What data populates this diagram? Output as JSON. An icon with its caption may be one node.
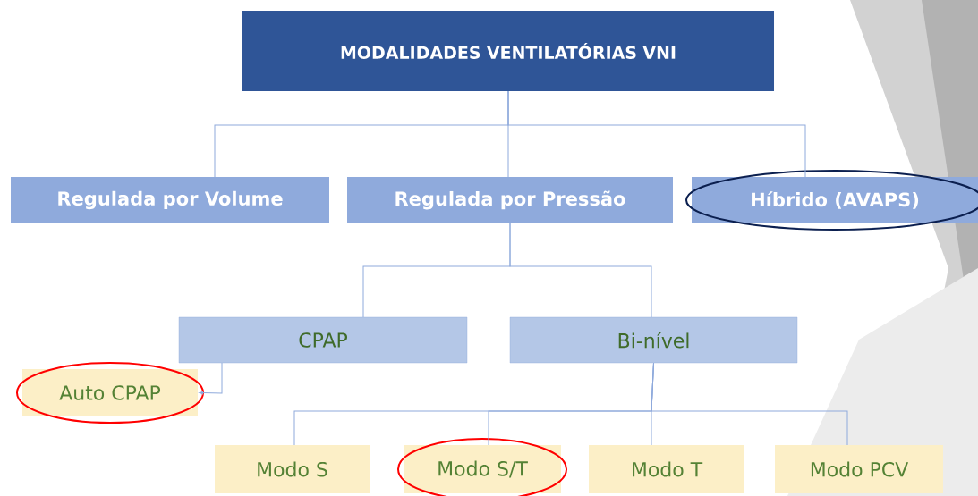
{
  "diagram": {
    "nodes": [
      {
        "text": [
          "MODALIDADES VENTILATÓRIAS VNI"
        ]
      },
      {
        "text": [
          "Regulada por Volume"
        ]
      },
      {
        "text": [
          "Regulada por Pressão"
        ]
      },
      {
        "text": [
          "Híbrido (AVAPS)"
        ]
      },
      {
        "text": [
          "CPAP"
        ]
      },
      {
        "text": [
          "Bi-nível"
        ]
      },
      {
        "text": [
          "Auto CPAP"
        ]
      },
      {
        "text": [
          "Modo S"
        ]
      },
      {
        "text": [
          "Modo S/T"
        ]
      },
      {
        "text": [
          "Modo T"
        ]
      },
      {
        "text": [
          "Modo PCV"
        ]
      }
    ],
    "edges": [
      {
        "from": 0,
        "to": 1,
        "arrow": "none"
      },
      {
        "from": 0,
        "to": 2,
        "arrow": "none"
      },
      {
        "from": 0,
        "to": 3,
        "arrow": "none"
      },
      {
        "from": 2,
        "to": 4,
        "arrow": "none"
      },
      {
        "from": 2,
        "to": 5,
        "arrow": "none"
      },
      {
        "from": 4,
        "to": 6,
        "arrow": "to"
      },
      {
        "from": 5,
        "to": 7,
        "arrow": "none"
      },
      {
        "from": 5,
        "to": 8,
        "arrow": "none"
      },
      {
        "from": 5,
        "to": 9,
        "arrow": "none"
      },
      {
        "from": 5,
        "to": 10,
        "arrow": "none"
      }
    ]
  }
}
